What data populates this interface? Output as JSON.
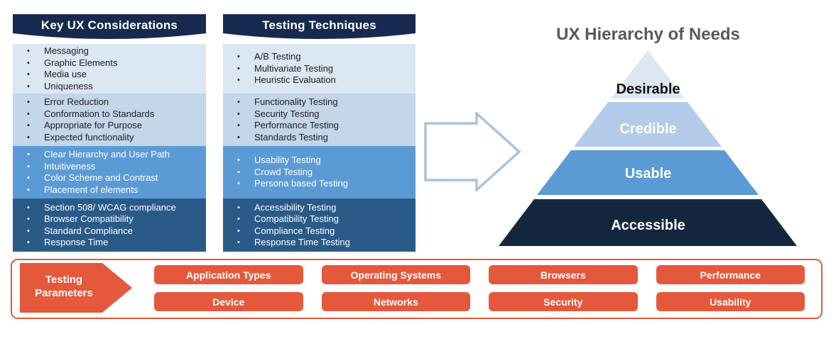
{
  "columns": [
    {
      "header": "Key UX Considerations",
      "blocks": [
        {
          "items": [
            "Messaging",
            "Graphic Elements",
            "Media use",
            "Uniqueness"
          ]
        },
        {
          "items": [
            "Error Reduction",
            "Conformation to Standards",
            "Appropriate for Purpose",
            "Expected functionality"
          ]
        },
        {
          "items": [
            "Clear Hierarchy and User Path",
            "Intuitiveness",
            "Color Scheme and Contrast",
            "Placement of elements"
          ]
        },
        {
          "items": [
            "Section 508/ WCAG compliance",
            "Browser Compatibility",
            "Standard Compliance",
            "Response Time"
          ]
        }
      ]
    },
    {
      "header": "Testing Techniques",
      "blocks": [
        {
          "items": [
            "A/B Testing",
            "Multivariate Testing",
            "Heuristic Evaluation"
          ]
        },
        {
          "items": [
            "Functionality Testing",
            "Security Testing",
            "Performance Testing",
            "Standards Testing"
          ]
        },
        {
          "items": [
            "Usability Testing",
            "Crowd Testing",
            "Persona based Testing"
          ]
        },
        {
          "items": [
            "Accessibility Testing",
            "Compatibility Testing",
            "Compliance Testing",
            "Response Time Testing"
          ]
        }
      ]
    }
  ],
  "pyramid": {
    "title": "UX Hierarchy of Needs",
    "levels": [
      {
        "label": "Desirable",
        "color": "#dde7f3"
      },
      {
        "label": "Credible",
        "color": "#b4cce9"
      },
      {
        "label": "Usable",
        "color": "#5b9bd5"
      },
      {
        "label": "Accessible",
        "color": "#14263e"
      }
    ]
  },
  "testing_parameters": {
    "label": "Testing Parameters",
    "rows": [
      [
        "Application Types",
        "Operating Systems",
        "Browsers",
        "Performance"
      ],
      [
        "Device",
        "Networks",
        "Security",
        "Usability"
      ]
    ]
  },
  "colors": {
    "banner_navy": "#17294e",
    "block_light_1": "#dbe7f3",
    "block_light_2": "#c3d6ea",
    "block_mid_blue": "#5b9bd5",
    "block_dark_blue": "#2a5a88",
    "accent_red": "#e4593c",
    "arrow_outline": "#a9c3dc",
    "title_gray": "#595959"
  }
}
